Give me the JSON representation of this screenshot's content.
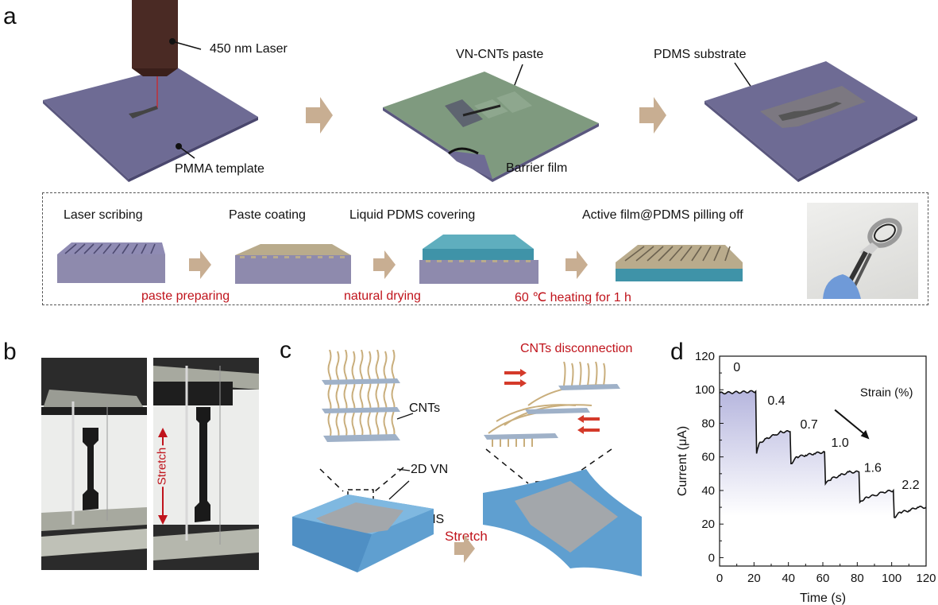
{
  "panels": {
    "a": {
      "letter": "a",
      "labels": {
        "laser": "450 nm Laser",
        "pmma": "PMMA template",
        "paste": "VN-CNTs paste",
        "barrier": "Barrier film",
        "pdms_substrate": "PDMS substrate"
      },
      "steps": [
        {
          "title": "Laser scribing"
        },
        {
          "title": "Paste coating"
        },
        {
          "title": "Liquid PDMS covering"
        },
        {
          "title": "Active film@PDMS pilling off"
        }
      ],
      "transitions": [
        "paste preparing",
        "natural drying",
        "60 ℃ heating for 1 h"
      ]
    },
    "b": {
      "letter": "b",
      "stretch_label": "Stretch"
    },
    "c": {
      "letter": "c",
      "labels": {
        "cnts": "CNTs",
        "vn": "2D VN",
        "pdms": "PDMS",
        "stretch": "Stretch",
        "disconnection": "CNTs disconnection"
      }
    },
    "d": {
      "letter": "d"
    }
  },
  "colors": {
    "accent_red": "#c0141c",
    "arrow_tan": "#c8ae92",
    "pmma_purple": "#6e6b94",
    "pdms_teal": "#3f93a8",
    "paste_tan": "#b9ab8c",
    "laser_brown": "#4a2a24"
  },
  "chart_data": {
    "type": "line",
    "title": "",
    "xlabel": "Time (s)",
    "ylabel": "Current (μA)",
    "xlim": [
      0,
      120
    ],
    "ylim": [
      -5,
      120
    ],
    "xticks": [
      0,
      20,
      40,
      60,
      80,
      100,
      120
    ],
    "yticks": [
      0,
      20,
      40,
      60,
      80,
      100,
      120
    ],
    "grid": false,
    "annotation": "Strain (%)",
    "series": [
      {
        "name": "Current",
        "x": [
          0,
          21,
          21.5,
          23,
          27,
          32,
          36,
          41,
          41.5,
          45,
          50,
          55,
          61,
          61.5,
          65,
          70,
          75,
          81,
          81.5,
          85,
          90,
          95,
          101,
          101.5,
          105,
          110,
          115,
          120
        ],
        "y": [
          98,
          99,
          62,
          68,
          71,
          73,
          75,
          75,
          56,
          60,
          61,
          62,
          63,
          44,
          47,
          49,
          51,
          51,
          33,
          36,
          37,
          39,
          40,
          24,
          27,
          28,
          30,
          30
        ]
      }
    ],
    "strain_labels": [
      {
        "text": "0",
        "x": 10,
        "y": 111
      },
      {
        "text": "0.4",
        "x": 33,
        "y": 91
      },
      {
        "text": "0.7",
        "x": 52,
        "y": 77
      },
      {
        "text": "1.0",
        "x": 70,
        "y": 66
      },
      {
        "text": "1.6",
        "x": 89,
        "y": 51
      },
      {
        "text": "2.2",
        "x": 111,
        "y": 41
      }
    ]
  }
}
